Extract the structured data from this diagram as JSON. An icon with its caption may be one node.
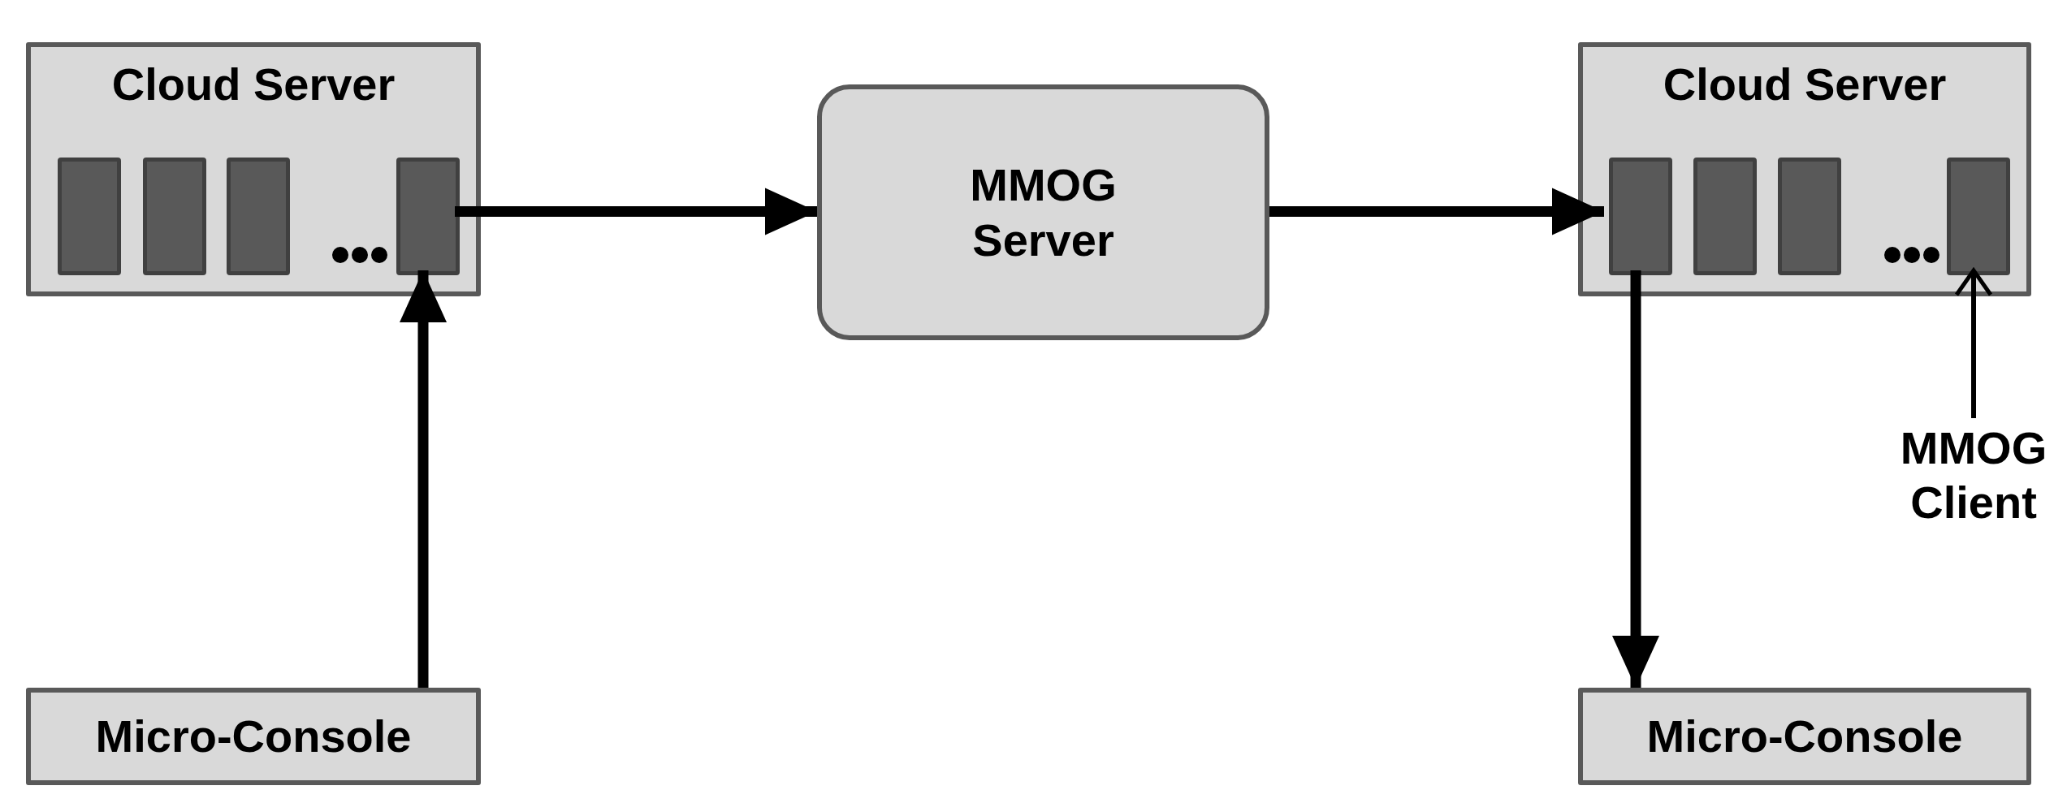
{
  "diagram": {
    "nodes": [
      {
        "text": [
          "Cloud Server"
        ]
      },
      {
        "text": [],
        "shape": "box",
        "in": 0
      },
      {
        "text": [],
        "shape": "box",
        "in": 0
      },
      {
        "text": [],
        "shape": "box",
        "in": 0
      },
      {
        "text": [],
        "shape": "box",
        "in": 0
      },
      {
        "text": [
          "MMOG Server"
        ]
      },
      {
        "text": [
          "Cloud Server"
        ]
      },
      {
        "text": [],
        "shape": "box",
        "in": 6
      },
      {
        "text": [],
        "shape": "box",
        "in": 6
      },
      {
        "text": [],
        "shape": "box",
        "in": 6
      },
      {
        "text": [],
        "shape": "box",
        "in": 6
      },
      {
        "text": [
          "Micro-Console"
        ]
      },
      {
        "text": [
          "Micro-Console"
        ]
      },
      {
        "text": [
          "MMOG Client"
        ]
      }
    ],
    "edges": [
      {
        "from": 4,
        "to": 5,
        "arrow": "to"
      },
      {
        "from": 5,
        "to": 7,
        "arrow": "to"
      },
      {
        "from": 11,
        "to": 4,
        "arrow": "to"
      },
      {
        "from": 7,
        "to": 12,
        "arrow": "to"
      },
      {
        "from": 13,
        "to": 10,
        "arrow": "to"
      }
    ]
  }
}
